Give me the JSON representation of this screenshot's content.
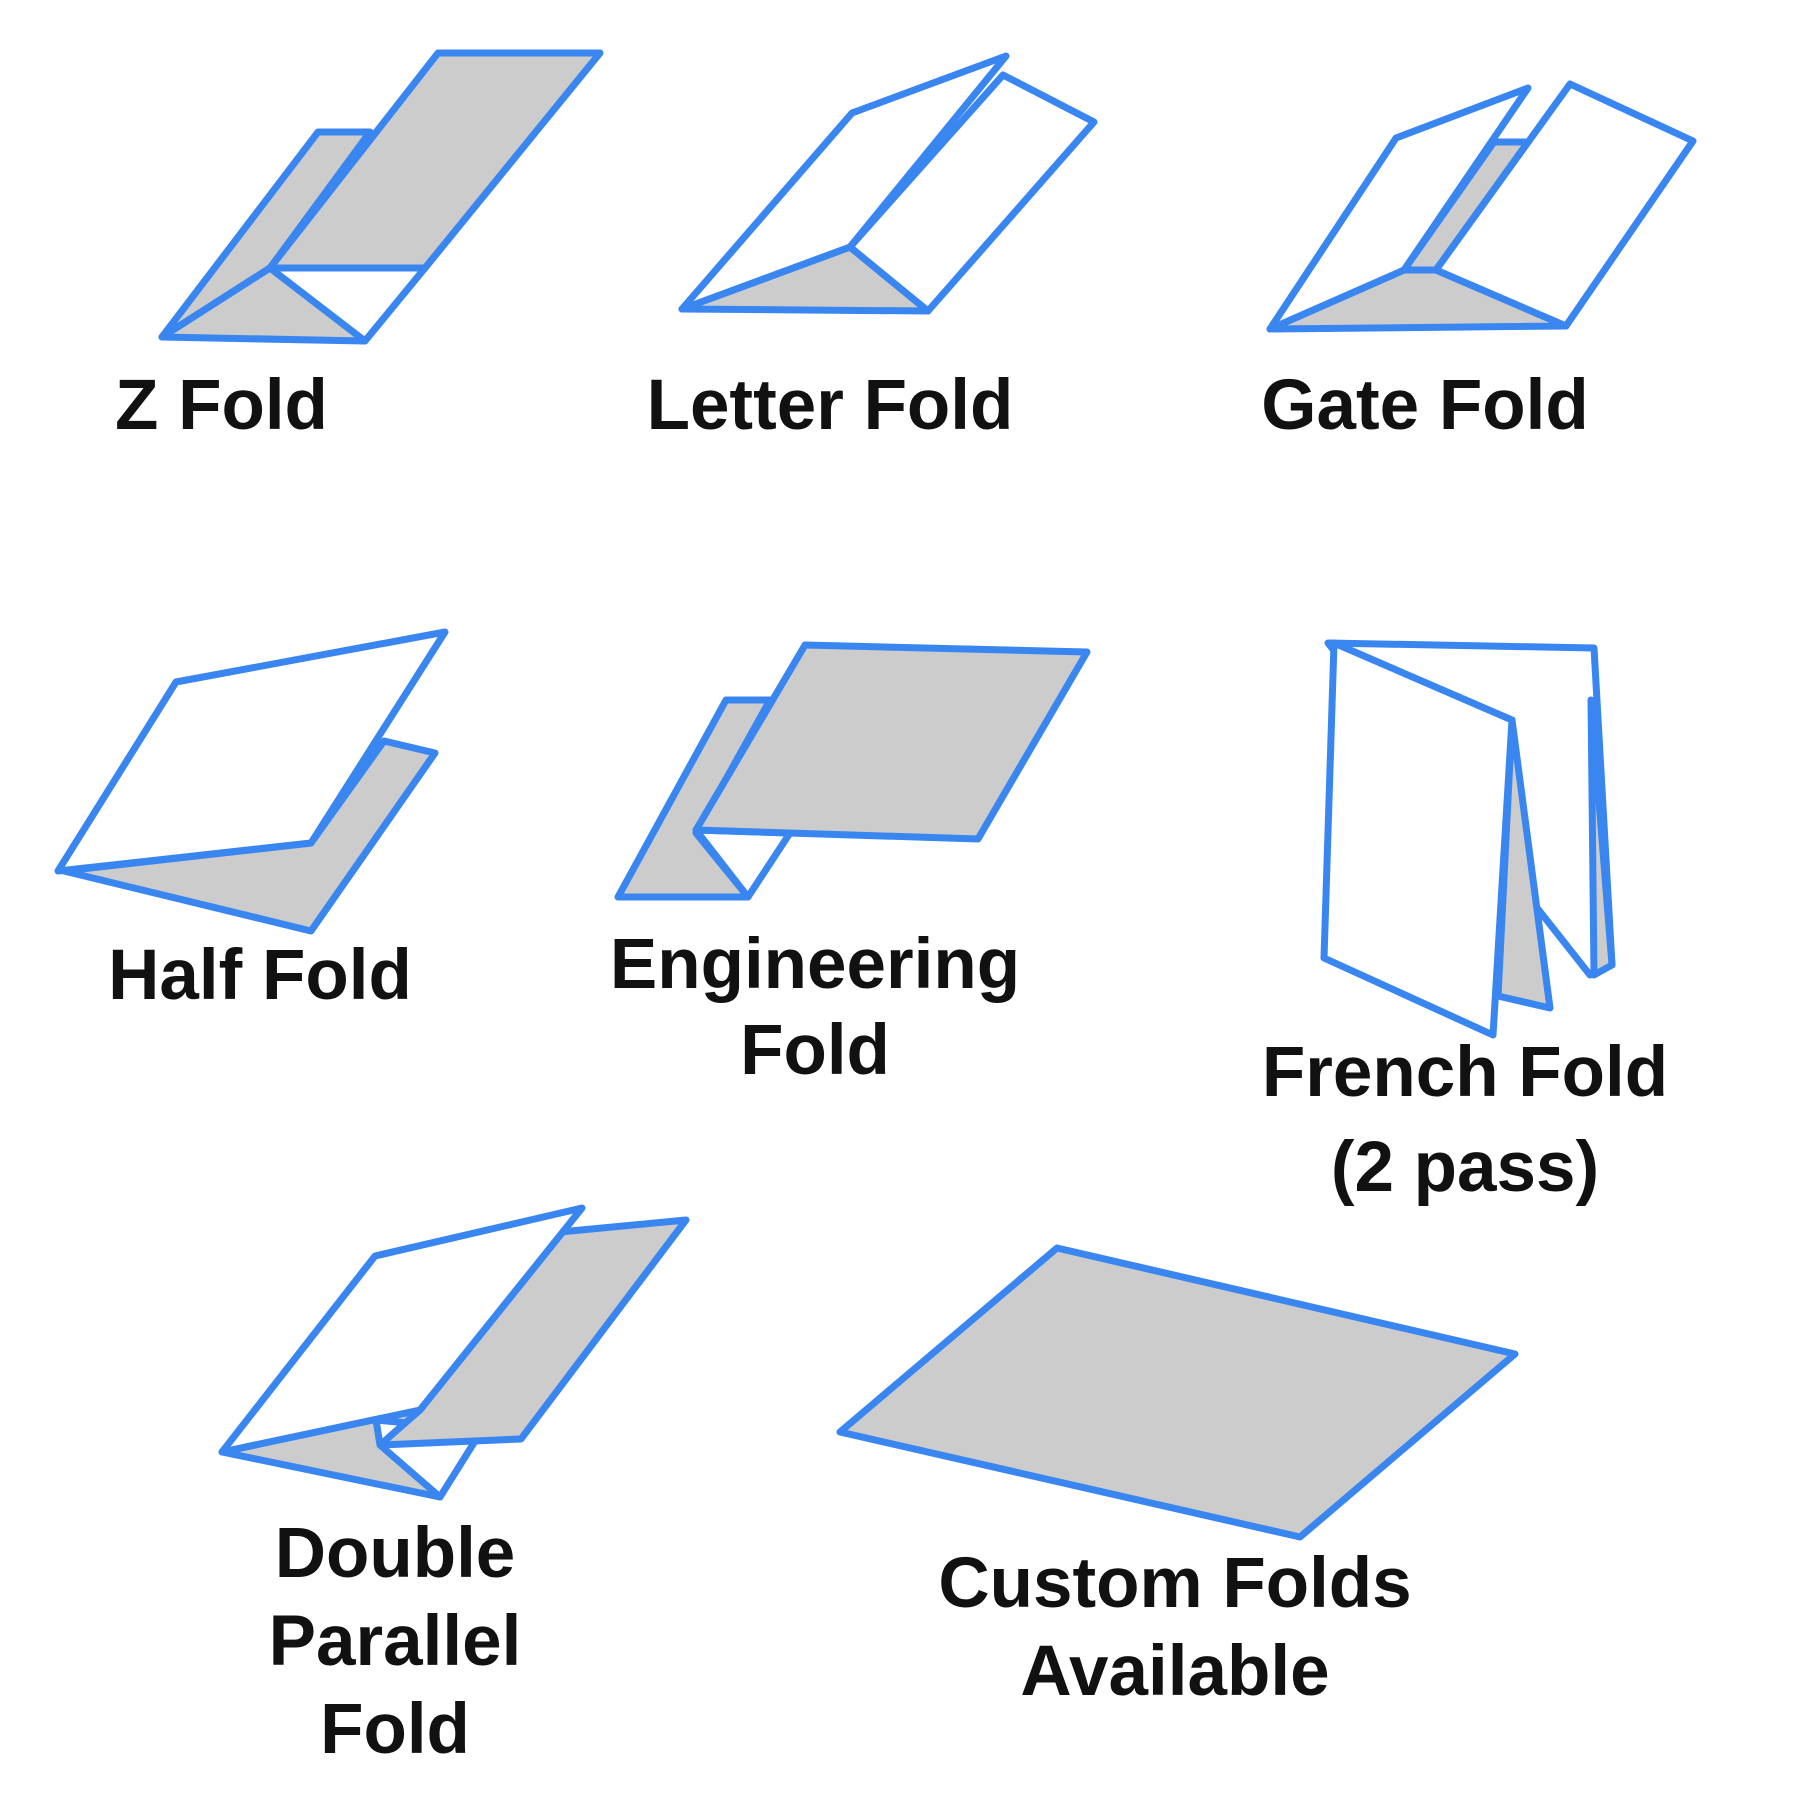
{
  "colors": {
    "outline": "#3a86f0",
    "shaded_fill": "#cccccc",
    "light_fill": "#ffffff",
    "text": "#111111"
  },
  "folds": [
    {
      "id": "z-fold",
      "lines": [
        "Z Fold"
      ]
    },
    {
      "id": "letter-fold",
      "lines": [
        "Letter Fold"
      ]
    },
    {
      "id": "gate-fold",
      "lines": [
        "Gate Fold"
      ]
    },
    {
      "id": "half-fold",
      "lines": [
        "Half Fold"
      ]
    },
    {
      "id": "engineering-fold",
      "lines": [
        "Engineering",
        "Fold"
      ]
    },
    {
      "id": "french-fold",
      "lines": [
        "French Fold",
        "(2 pass)"
      ]
    },
    {
      "id": "double-parallel-fold",
      "lines": [
        "Double",
        "Parallel",
        "Fold"
      ]
    },
    {
      "id": "custom-folds",
      "lines": [
        "Custom Folds",
        "Available"
      ]
    }
  ]
}
